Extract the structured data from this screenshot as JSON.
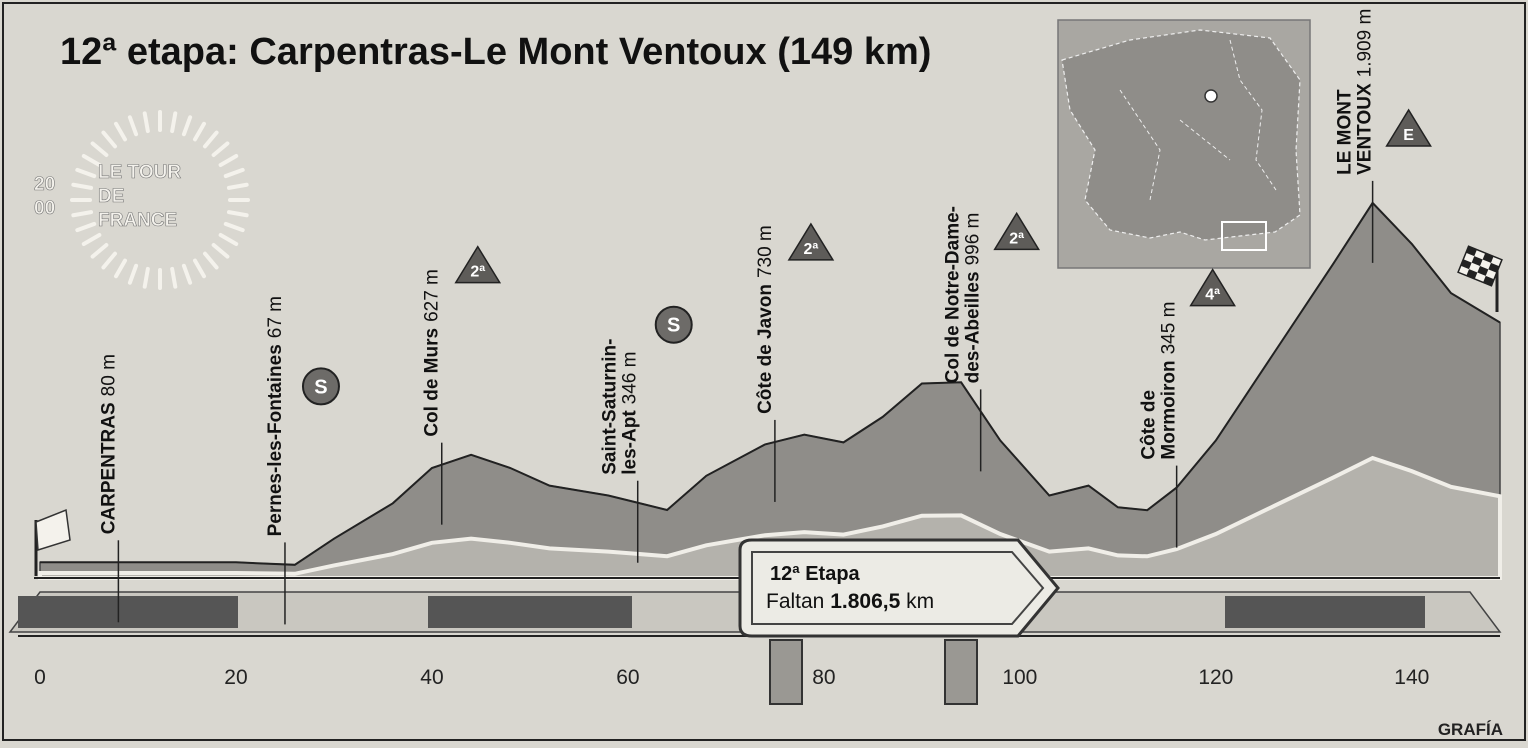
{
  "chart_data": {
    "type": "area",
    "title": "12ª etapa: Carpentras-Le Mont Ventoux (149 km)",
    "xlabel": "",
    "ylabel": "",
    "x_ticks": [
      "0",
      "20",
      "40",
      "60",
      "80",
      "100",
      "120",
      "140"
    ],
    "xlim": [
      0,
      149
    ],
    "ylim": [
      0,
      2000
    ],
    "series": [
      {
        "x": [
          0,
          8,
          20,
          26,
          30,
          36,
          40,
          44,
          48,
          52,
          58,
          64,
          68,
          74,
          78,
          82,
          86,
          90,
          94,
          98,
          103,
          107,
          110,
          113,
          116,
          120,
          126,
          132,
          136,
          140,
          144,
          149
        ],
        "values": [
          80,
          80,
          80,
          67,
          200,
          380,
          560,
          627,
          560,
          470,
          420,
          346,
          520,
          680,
          730,
          690,
          820,
          990,
          996,
          700,
          420,
          470,
          360,
          345,
          460,
          700,
          1150,
          1600,
          1909,
          1700,
          1450,
          1300
        ]
      }
    ],
    "annotations": [
      {
        "name": "CARPENTRAS",
        "elevation": "80 m",
        "km": 8
      },
      {
        "name": "Pernes-les-Fontaines",
        "elevation": "67 m",
        "km": 25,
        "category": "S"
      },
      {
        "name": "Col de Murs",
        "elevation": "627 m",
        "km": 41,
        "category": "2ª"
      },
      {
        "name_lines": [
          "Saint-Saturnin-",
          "les-Apt"
        ],
        "elevation": "346 m",
        "km": 61,
        "category": "S"
      },
      {
        "name": "Côte de Javon",
        "elevation": "730 m",
        "km": 75,
        "category": "2ª"
      },
      {
        "name_lines": [
          "Col de Notre-Dame-",
          "des-Abeilles"
        ],
        "elevation": "996 m",
        "km": 96,
        "category": "2ª"
      },
      {
        "name_lines": [
          "Côte de",
          "Mormoiron"
        ],
        "elevation": "345 m",
        "km": 116,
        "category": "4ª"
      },
      {
        "name_lines": [
          "LE MONT",
          "VENTOUX"
        ],
        "elevation": "1.909 m",
        "km": 136,
        "category": "E"
      }
    ]
  },
  "logo": {
    "year_top": "20",
    "year_bottom": "00",
    "line1": "LE TOUR",
    "line2": "DE",
    "line3": "FRANCE"
  },
  "sign": {
    "line1": "12ª Etapa",
    "line2_prefix": "Faltan ",
    "line2_value": "1.806,5",
    "line2_suffix": " km"
  },
  "credit": "GRAFÍA",
  "colors": {
    "background": "#d9d7d0",
    "profile": "#8f8d89",
    "shadow": "#b4b2ac",
    "ink": "#111111"
  }
}
